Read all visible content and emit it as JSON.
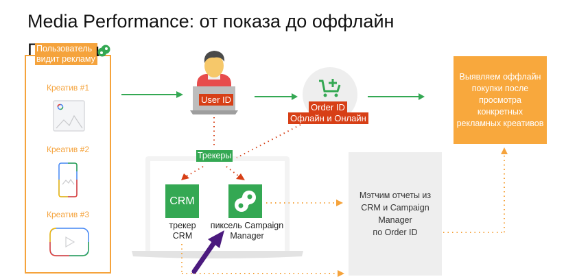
{
  "title": {
    "line1": "Media Performance: от показа до оффлайн",
    "line2_start": "П",
    "line2_end": "и"
  },
  "user_panel": {
    "label": "Пользователь видит рекламу",
    "creatives": [
      {
        "label": "Креатив #1",
        "icon": "image-icon"
      },
      {
        "label": "Креатив #2",
        "icon": "mobile-image-icon"
      },
      {
        "label": "Креатив #3",
        "icon": "video-play-icon"
      }
    ]
  },
  "user_node": {
    "tag": "User ID",
    "icon": "user-laptop-icon"
  },
  "order_node": {
    "tag_line1": "Order ID",
    "tag_line2": "Офлайн и Онлайн",
    "icon": "add-to-cart-icon"
  },
  "result_box": {
    "text": "Выявляем оффлайн покупки после просмотра конкретных рекламных креативов"
  },
  "trackers": {
    "label": "Трекеры",
    "crm": {
      "tile": "CRM",
      "caption_line1": "трекер",
      "caption_line2": "CRM"
    },
    "cm": {
      "caption_line1": "пиксель Campaign",
      "caption_line2": "Manager",
      "icon": "campaign-manager-icon"
    }
  },
  "match_box": {
    "line1": "Мэтчим отчеты из",
    "line2": "CRM и Campaign",
    "line3": "Manager",
    "line4": "по Order ID"
  },
  "colors": {
    "orange": "#f5a33c",
    "green": "#34a853",
    "red": "#d73f16",
    "purple": "#4b1a7e",
    "grey": "#eeeeee"
  }
}
